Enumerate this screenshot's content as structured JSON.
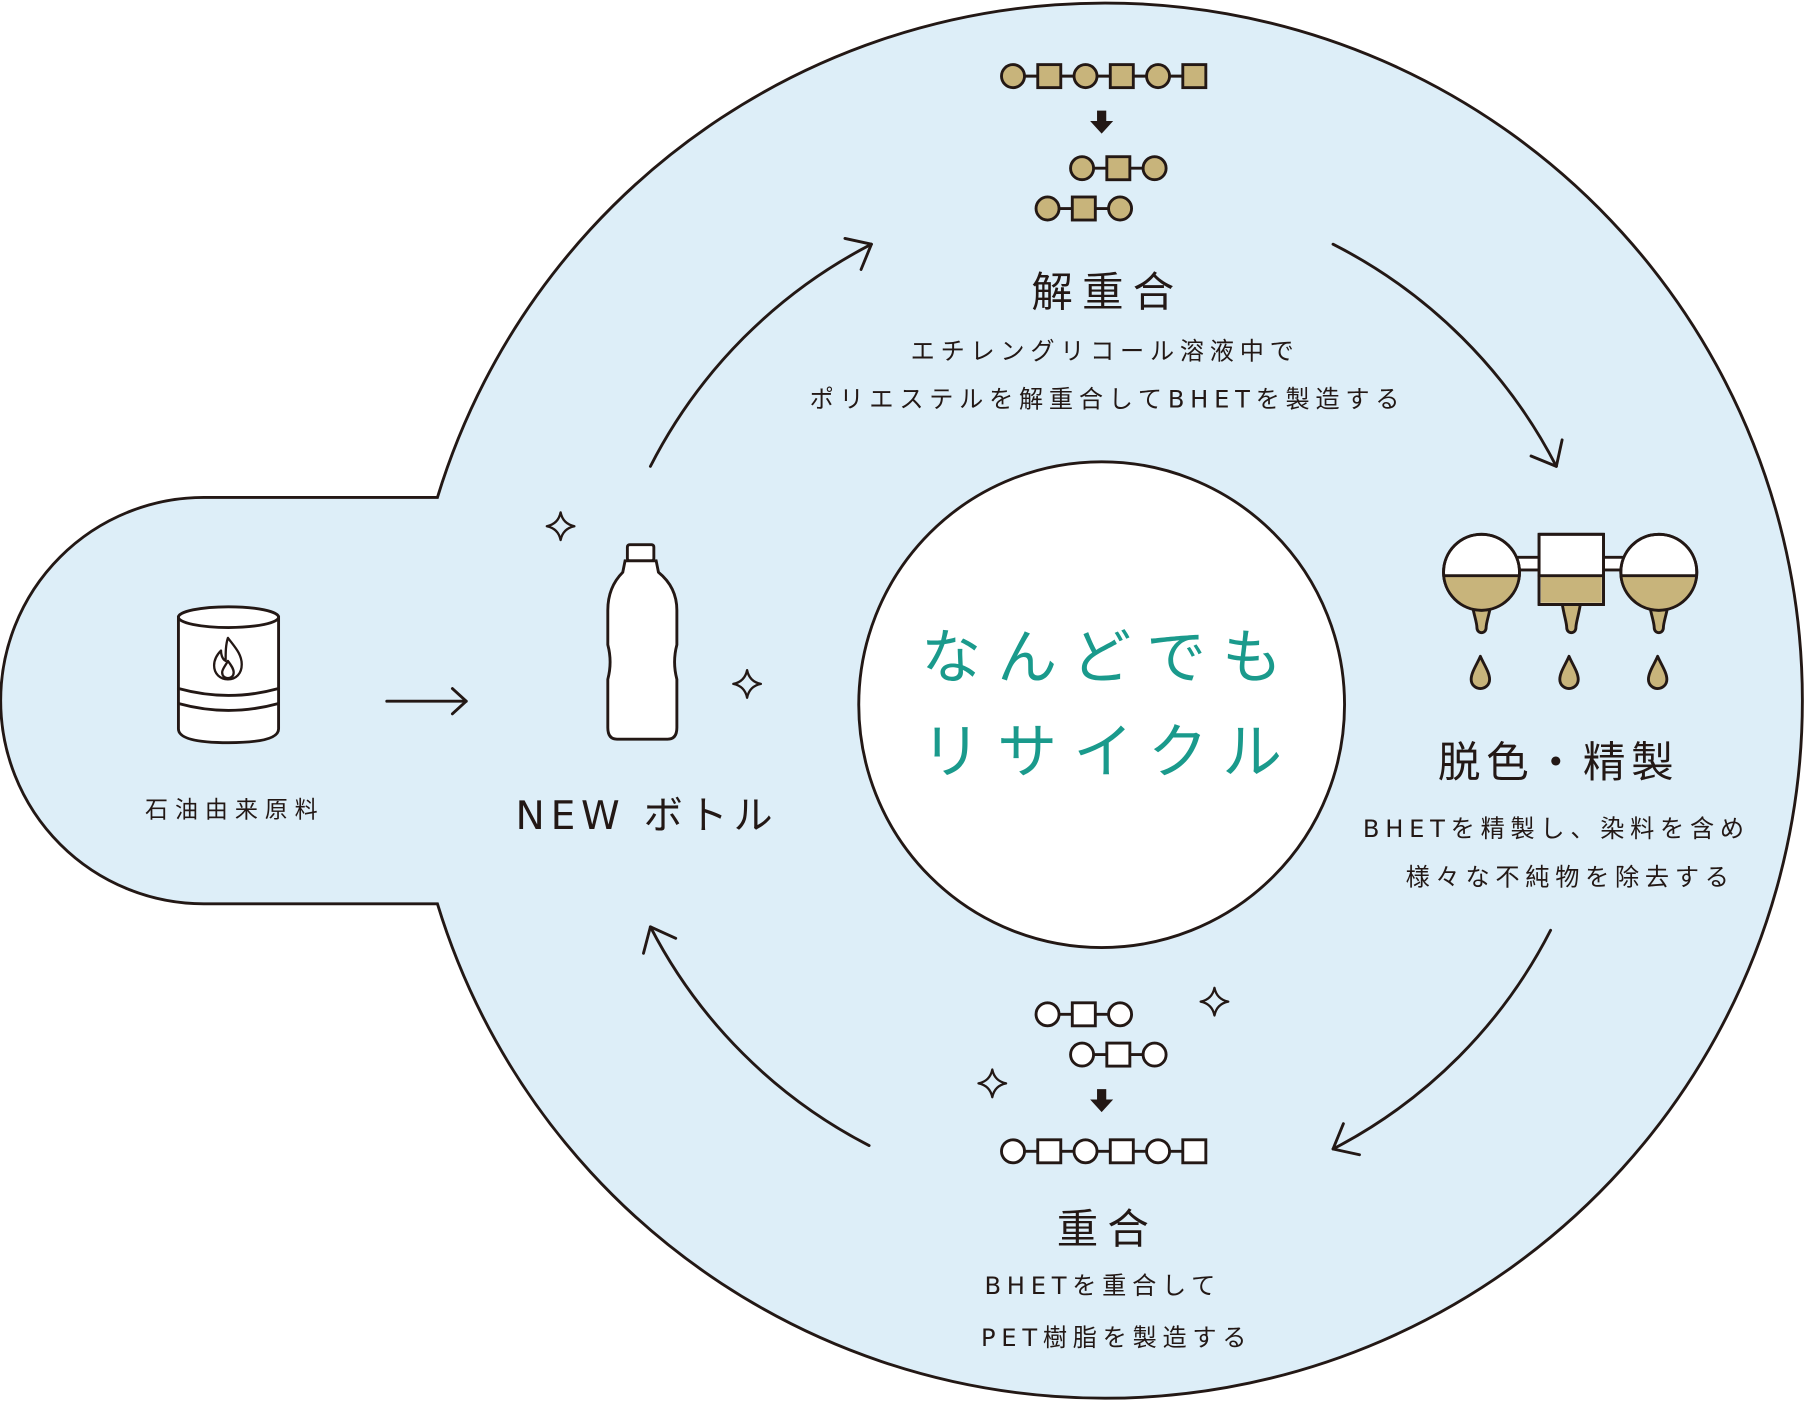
{
  "colors": {
    "background": "#DDEEF8",
    "stroke": "#231815",
    "gold": "#C8B47B",
    "teal": "#1A9A8C",
    "white": "#FFFFFF"
  },
  "center": {
    "line1": "なんどでも",
    "line2": "リサイクル"
  },
  "source": {
    "label": "石油由来原料",
    "icon": "oil-barrel-icon"
  },
  "bottle": {
    "label": "NEW ボトル",
    "icon": "pet-bottle-icon"
  },
  "steps": {
    "depolymerization": {
      "title": "解重合",
      "desc": [
        "エチレングリコール溶液中で",
        "ポリエステルを解重合してBHETを製造する"
      ],
      "icon": "molecule-chain-breaking-icon"
    },
    "purification": {
      "title": "脱色・精製",
      "desc": [
        "BHETを精製し、染料を含め",
        "様々な不純物を除去する"
      ],
      "icon": "filtration-vessels-icon"
    },
    "polymerization": {
      "title": "重合",
      "desc": [
        "BHETを重合して",
        "PET樹脂を製造する"
      ],
      "icon": "molecule-chain-joining-icon"
    }
  }
}
